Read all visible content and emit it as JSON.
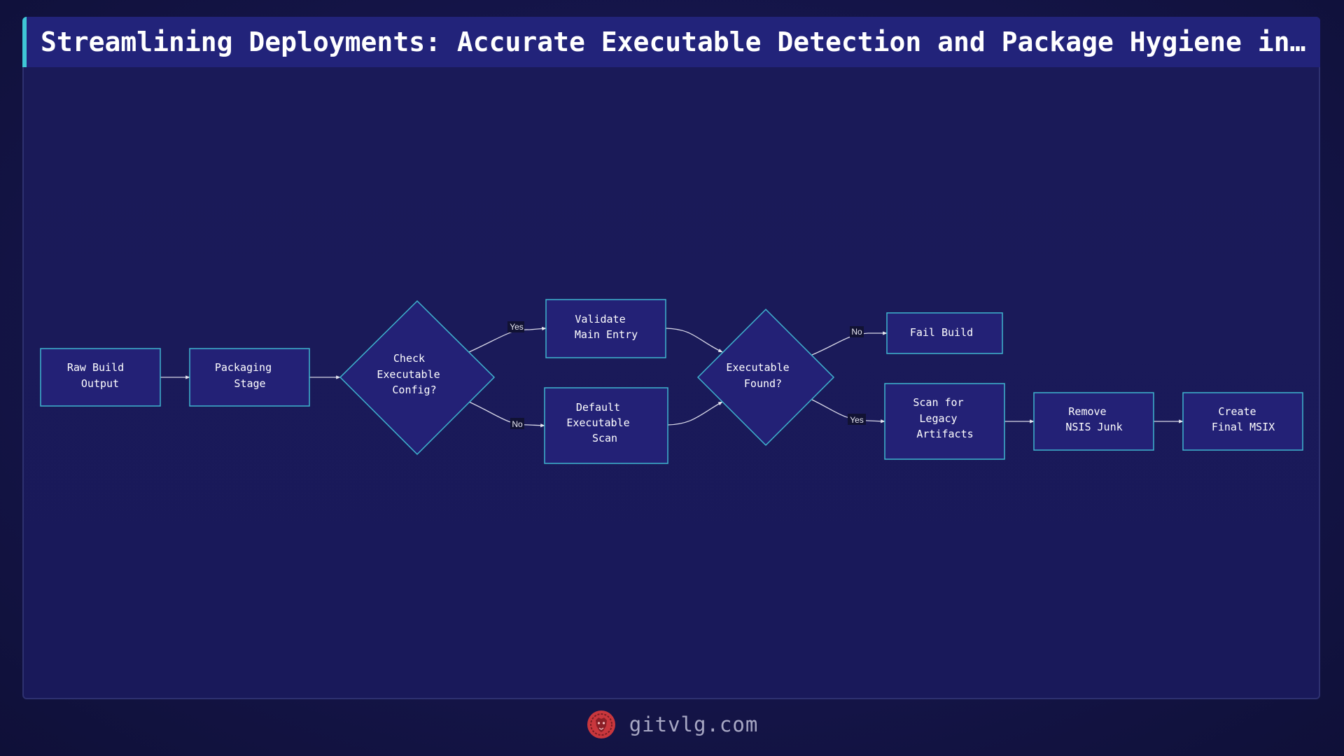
{
  "title": "Streamlining Deployments: Accurate Executable Detection and Package Hygiene in MSIX Packaging",
  "nodes": {
    "raw_build": [
      "Raw Build",
      "Output"
    ],
    "packaging": [
      "Packaging",
      "Stage"
    ],
    "check_config": [
      "Check",
      "Executable",
      "Config?"
    ],
    "validate": [
      "Validate",
      "Main Entry"
    ],
    "default_scan": [
      "Default",
      "Executable",
      "Scan"
    ],
    "exe_found": [
      "Executable",
      "Found?"
    ],
    "fail_build": [
      "Fail Build"
    ],
    "scan_legacy": [
      "Scan for",
      "Legacy",
      "Artifacts"
    ],
    "remove_nsis": [
      "Remove",
      "NSIS Junk"
    ],
    "create_msix": [
      "Create",
      "Final MSIX"
    ]
  },
  "edge_labels": {
    "yes_validate": "Yes",
    "no_default": "No",
    "no_fail": "No",
    "yes_scan": "Yes"
  },
  "footer": {
    "site": "gitvlg.com",
    "logo_icon": "lion-head-icon"
  },
  "colors": {
    "background": "#15154a",
    "node_fill": "#232176",
    "node_stroke": "#3fb5cf",
    "accent": "#3fc6d6",
    "logo": "#c9373d"
  }
}
